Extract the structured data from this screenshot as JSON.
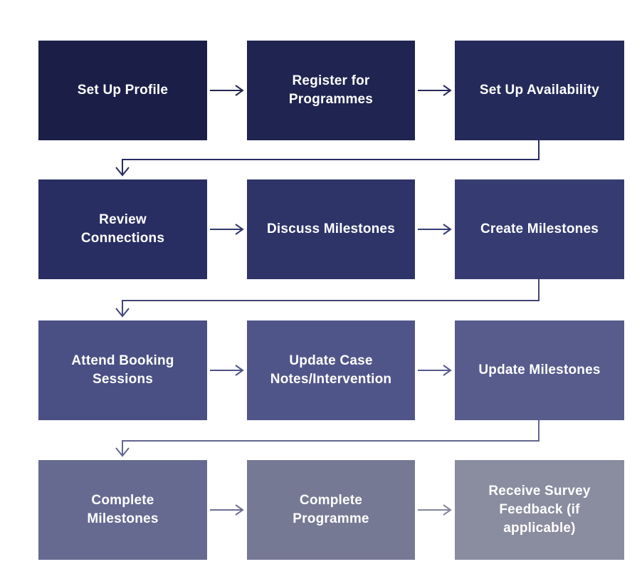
{
  "figure": {
    "type": "process-flowchart",
    "background_color": "#ffffff",
    "text_color": "#ffffff",
    "rows": 4,
    "columns": 3
  },
  "boxes": [
    {
      "label": "Set Up Profile",
      "color": "#1b1f48"
    },
    {
      "label": "Register for Programmes",
      "color": "#1f2450"
    },
    {
      "label": "Set Up Availability",
      "color": "#242a5a"
    },
    {
      "label": "Review Connections",
      "color": "#282e62"
    },
    {
      "label": "Discuss Milestones",
      "color": "#2e3468"
    },
    {
      "label": "Create Milestones",
      "color": "#363c72"
    },
    {
      "label": "Attend Booking Sessions",
      "color": "#4a5083"
    },
    {
      "label": "Update Case Notes/Intervention",
      "color": "#505589"
    },
    {
      "label": "Update Milestones",
      "color": "#575c8c"
    },
    {
      "label": "Complete Milestones",
      "color": "#666a91"
    },
    {
      "label": "Complete Programme",
      "color": "#767994"
    },
    {
      "label": "Receive Survey Feedback (if applicable)",
      "color": "#8a8c9f"
    }
  ],
  "arrows": [
    {
      "name": "row1-arrow-1",
      "from": "Set Up Profile",
      "to": "Register for Programmes",
      "color": "#23284f"
    },
    {
      "name": "row1-arrow-2",
      "from": "Register for Programmes",
      "to": "Set Up Availability",
      "color": "#262b58"
    },
    {
      "name": "elbow-row1-row2",
      "from": "Set Up Availability",
      "to": "Review Connections",
      "color": "#272c5e"
    },
    {
      "name": "row2-arrow-1",
      "from": "Review Connections",
      "to": "Discuss Milestones",
      "color": "#31376c"
    },
    {
      "name": "row2-arrow-2",
      "from": "Discuss Milestones",
      "to": "Create Milestones",
      "color": "#363c74"
    },
    {
      "name": "elbow-row2-row3",
      "from": "Create Milestones",
      "to": "Attend Booking Sessions",
      "color": "#414677"
    },
    {
      "name": "row3-arrow-1",
      "from": "Attend Booking Sessions",
      "to": "Update Case Notes/Intervention",
      "color": "#4e5386"
    },
    {
      "name": "row3-arrow-2",
      "from": "Update Case Notes/Intervention",
      "to": "Update Milestones",
      "color": "#565b8d"
    },
    {
      "name": "elbow-row3-row4",
      "from": "Update Milestones",
      "to": "Complete Milestones",
      "color": "#62668f"
    },
    {
      "name": "row4-arrow-1",
      "from": "Complete Milestones",
      "to": "Complete Programme",
      "color": "#6c6f93"
    },
    {
      "name": "row4-arrow-2",
      "from": "Complete Programme",
      "to": "Receive Survey Feedback (if applicable)",
      "color": "#83869c"
    }
  ]
}
